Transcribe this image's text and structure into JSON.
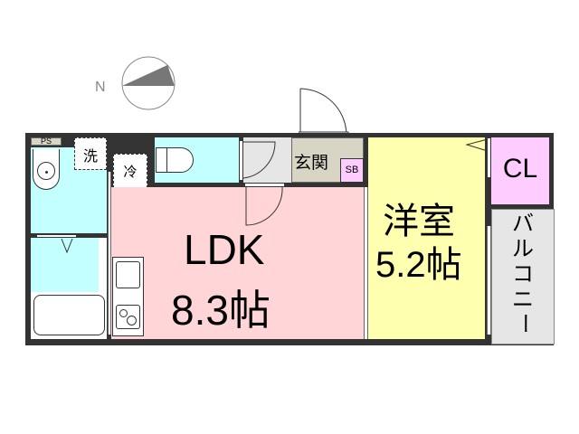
{
  "compass": {
    "label": "N"
  },
  "rooms": {
    "ldk": {
      "name": "LDK",
      "size": "8.3帖",
      "color": "#ffd5d8"
    },
    "western": {
      "name": "洋室",
      "size": "5.2帖",
      "color": "#ffffb0"
    },
    "closet": {
      "name": "CL",
      "color": "#ffccff"
    },
    "balcony": {
      "name": "バルコニー",
      "chars": [
        "バ",
        "ル",
        "コ",
        "ニ",
        "ー"
      ],
      "color": "#e6e6e6"
    },
    "entrance": {
      "name": "玄関",
      "color": "#d9d5c5"
    },
    "shoe_box": {
      "name": "SB",
      "color": "#ffccff"
    },
    "pipe_space": {
      "name": "PS"
    },
    "washer": {
      "name": "洗"
    },
    "fridge": {
      "name": "冷"
    },
    "bath_color": "#c3ffff",
    "hall_color": "#e6e6e6"
  }
}
